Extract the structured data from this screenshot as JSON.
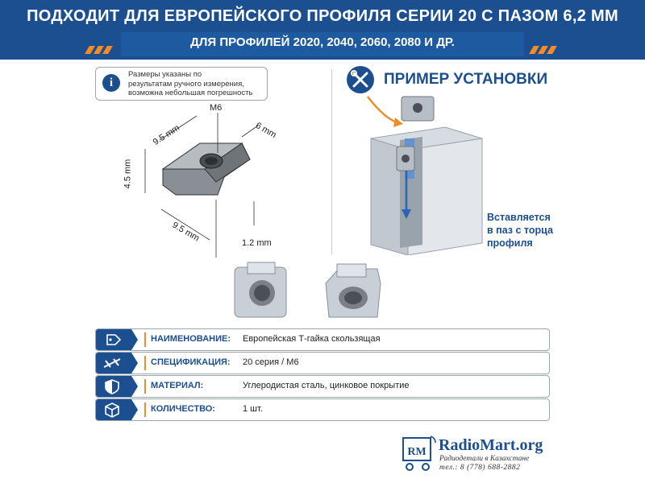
{
  "header": {
    "title": "ПОДХОДИТ ДЛЯ ЕВРОПЕЙСКОГО ПРОФИЛЯ СЕРИИ 20 С ПАЗОМ 6,2 ММ",
    "subtitle": "ДЛЯ ПРОФИЛЕЙ 2020, 2040, 2060, 2080 И ДР."
  },
  "note": {
    "icon": "info-icon",
    "line1": "Размеры указаны по",
    "line2": "результатам ручного измерения,",
    "line3": "возможна небольшая погрешность"
  },
  "diagram": {
    "thread": "M6",
    "dim_top_left": "9.5 mm",
    "dim_top_right": "6 mm",
    "dim_height": "4.5 mm",
    "dim_bottom": "9.5 mm",
    "dim_small": "1.2 mm"
  },
  "example": {
    "icon": "tools-icon",
    "title": "ПРИМЕР УСТАНОВКИ",
    "line1": "Вставляется",
    "line2": "в паз с торца",
    "line3": "профиля"
  },
  "specs": [
    {
      "icon": "tag-icon",
      "key": "НАИМЕНОВАНИЕ:",
      "value": "Европейская Т-гайка скользящая"
    },
    {
      "icon": "caliper-icon",
      "key": "СПЕЦИФИКАЦИЯ:",
      "value": "20 серия / М6"
    },
    {
      "icon": "shield-icon",
      "key": "МАТЕРИАЛ:",
      "value": "Углеродистая сталь, цинковое покрытие"
    },
    {
      "icon": "box-icon",
      "key": "КОЛИЧЕСТВО:",
      "value": "1 шт."
    }
  ],
  "logo": {
    "name": "RadioMart.org",
    "tagline": "Радиодетали в Казахстане",
    "phone": "тел.: 8 (778) 688-2882",
    "mark": "RM"
  },
  "colors": {
    "brand": "#1b4f8f",
    "accent": "#f28c28",
    "arrow_blue": "#2a64b8"
  }
}
